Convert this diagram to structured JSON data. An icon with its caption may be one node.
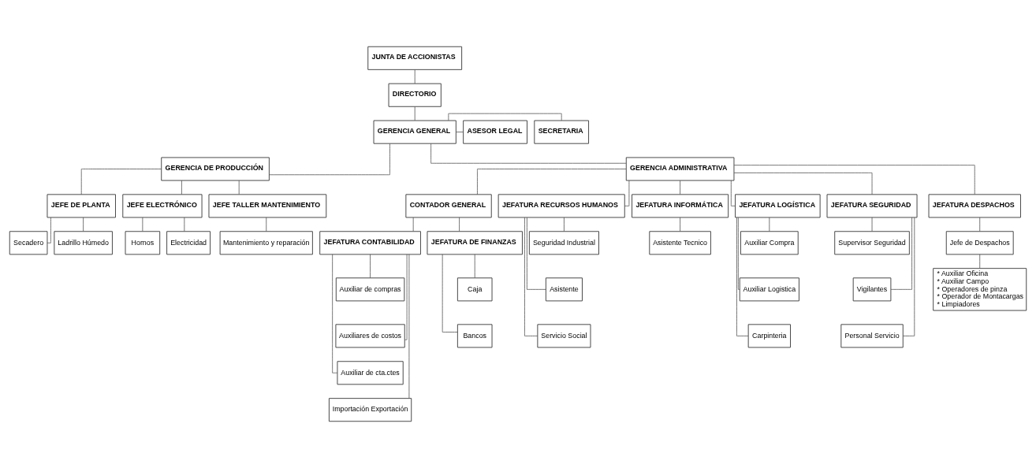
{
  "diagram": {
    "nodes": [
      {
        "text": [
          "JUNTA DE ACCIONISTAS"
        ]
      },
      {
        "text": [
          "DIRECTORIO"
        ]
      },
      {
        "text": [
          "GERENCIA GENERAL"
        ]
      },
      {
        "text": [
          "SECRETARIA"
        ]
      },
      {
        "text": [
          "ASESOR LEGAL"
        ]
      },
      {
        "text": [
          "GERENCIA DE PRODUCCIÓN"
        ]
      },
      {
        "text": [
          "GERENCIA ADMINISTRATIVA"
        ]
      },
      {
        "text": [
          "JEFE DE PLANTA"
        ]
      },
      {
        "text": [
          "JEFE ELECTRÓNICO"
        ]
      },
      {
        "text": [
          "JEFE TALLER MANTENIMIENTO"
        ]
      },
      {
        "text": [
          "Secadero"
        ]
      },
      {
        "text": [
          "Ladrillo Húmedo"
        ]
      },
      {
        "text": [
          "Hornos"
        ]
      },
      {
        "text": [
          "Electricidad"
        ]
      },
      {
        "text": [
          "Mantenimiento y reparación"
        ]
      },
      {
        "text": [
          "CONTADOR GENERAL"
        ]
      },
      {
        "text": [
          "JEFATURA CONTABILIDAD"
        ]
      },
      {
        "text": [
          "JEFATURA DE FINANZAS"
        ]
      },
      {
        "text": [
          "Auxiliar de compras"
        ]
      },
      {
        "text": [
          "Auxiliares de costos"
        ]
      },
      {
        "text": [
          "Auxiliar de cta.ctes"
        ]
      },
      {
        "text": [
          "Importación Exportación"
        ]
      },
      {
        "text": [
          "Caja"
        ]
      },
      {
        "text": [
          "Bancos"
        ]
      },
      {
        "text": [
          "JEFATURA RECURSOS HUMANOS"
        ]
      },
      {
        "text": [
          "JEFATURA INFORMÁTICA"
        ]
      },
      {
        "text": [
          "JEFATURA LOGÍSTICA"
        ]
      },
      {
        "text": [
          "JEFATURA SEGURIDAD"
        ]
      },
      {
        "text": [
          "JEFATURA DESPACHOS"
        ]
      },
      {
        "text": [
          "Seguridad Industrial"
        ]
      },
      {
        "text": [
          "Asistente"
        ]
      },
      {
        "text": [
          "Servicio Social"
        ]
      },
      {
        "text": [
          "Asistente Tecnico"
        ]
      },
      {
        "text": [
          "Auxiliar Compra"
        ]
      },
      {
        "text": [
          "Auxiliar Logistica"
        ]
      },
      {
        "text": [
          "Carpinteria"
        ]
      },
      {
        "text": [
          "Supervisor Seguridad"
        ]
      },
      {
        "text": [
          "Vigilantes"
        ]
      },
      {
        "text": [
          "Personal Servicio"
        ]
      },
      {
        "text": [
          "Jefe de Despachos"
        ]
      },
      {
        "text": [
          "* Auxiliar Oficina",
          "* Auxiliar Campo",
          "* Operadores de pinza",
          "* Operador de Montacargas",
          "* Limpiadores"
        ]
      }
    ],
    "edges": [
      {
        "from": 0,
        "to": 1,
        "arrow": "none"
      },
      {
        "from": 1,
        "to": 2,
        "arrow": "none"
      },
      {
        "from": 2,
        "to": 3,
        "arrow": "none"
      },
      {
        "from": 2,
        "to": 4,
        "arrow": "none"
      },
      {
        "from": 2,
        "to": 5,
        "arrow": "none"
      },
      {
        "from": 2,
        "to": 6,
        "arrow": "none"
      },
      {
        "from": 5,
        "to": 7,
        "arrow": "none"
      },
      {
        "from": 5,
        "to": 8,
        "arrow": "none"
      },
      {
        "from": 5,
        "to": 9,
        "arrow": "none"
      },
      {
        "from": 7,
        "to": 10,
        "arrow": "none"
      },
      {
        "from": 7,
        "to": 11,
        "arrow": "none"
      },
      {
        "from": 8,
        "to": 12,
        "arrow": "none"
      },
      {
        "from": 8,
        "to": 13,
        "arrow": "none"
      },
      {
        "from": 9,
        "to": 14,
        "arrow": "none"
      },
      {
        "from": 6,
        "to": 15,
        "arrow": "none"
      },
      {
        "from": 15,
        "to": 16,
        "arrow": "none"
      },
      {
        "from": 15,
        "to": 17,
        "arrow": "none"
      },
      {
        "from": 16,
        "to": 18,
        "arrow": "none"
      },
      {
        "from": 16,
        "to": 19,
        "arrow": "none"
      },
      {
        "from": 16,
        "to": 20,
        "arrow": "none"
      },
      {
        "from": 16,
        "to": 21,
        "arrow": "none"
      },
      {
        "from": 17,
        "to": 22,
        "arrow": "none"
      },
      {
        "from": 17,
        "to": 23,
        "arrow": "none"
      },
      {
        "from": 6,
        "to": 24,
        "arrow": "none"
      },
      {
        "from": 6,
        "to": 25,
        "arrow": "none"
      },
      {
        "from": 6,
        "to": 26,
        "arrow": "none"
      },
      {
        "from": 6,
        "to": 27,
        "arrow": "none"
      },
      {
        "from": 6,
        "to": 28,
        "arrow": "none"
      },
      {
        "from": 24,
        "to": 29,
        "arrow": "none"
      },
      {
        "from": 24,
        "to": 30,
        "arrow": "none"
      },
      {
        "from": 24,
        "to": 31,
        "arrow": "none"
      },
      {
        "from": 25,
        "to": 32,
        "arrow": "none"
      },
      {
        "from": 26,
        "to": 33,
        "arrow": "none"
      },
      {
        "from": 26,
        "to": 34,
        "arrow": "none"
      },
      {
        "from": 26,
        "to": 35,
        "arrow": "none"
      },
      {
        "from": 27,
        "to": 36,
        "arrow": "none"
      },
      {
        "from": 27,
        "to": 37,
        "arrow": "none"
      },
      {
        "from": 27,
        "to": 38,
        "arrow": "none"
      },
      {
        "from": 28,
        "to": 39,
        "arrow": "none"
      },
      {
        "from": 39,
        "to": 40,
        "arrow": "none"
      }
    ]
  }
}
